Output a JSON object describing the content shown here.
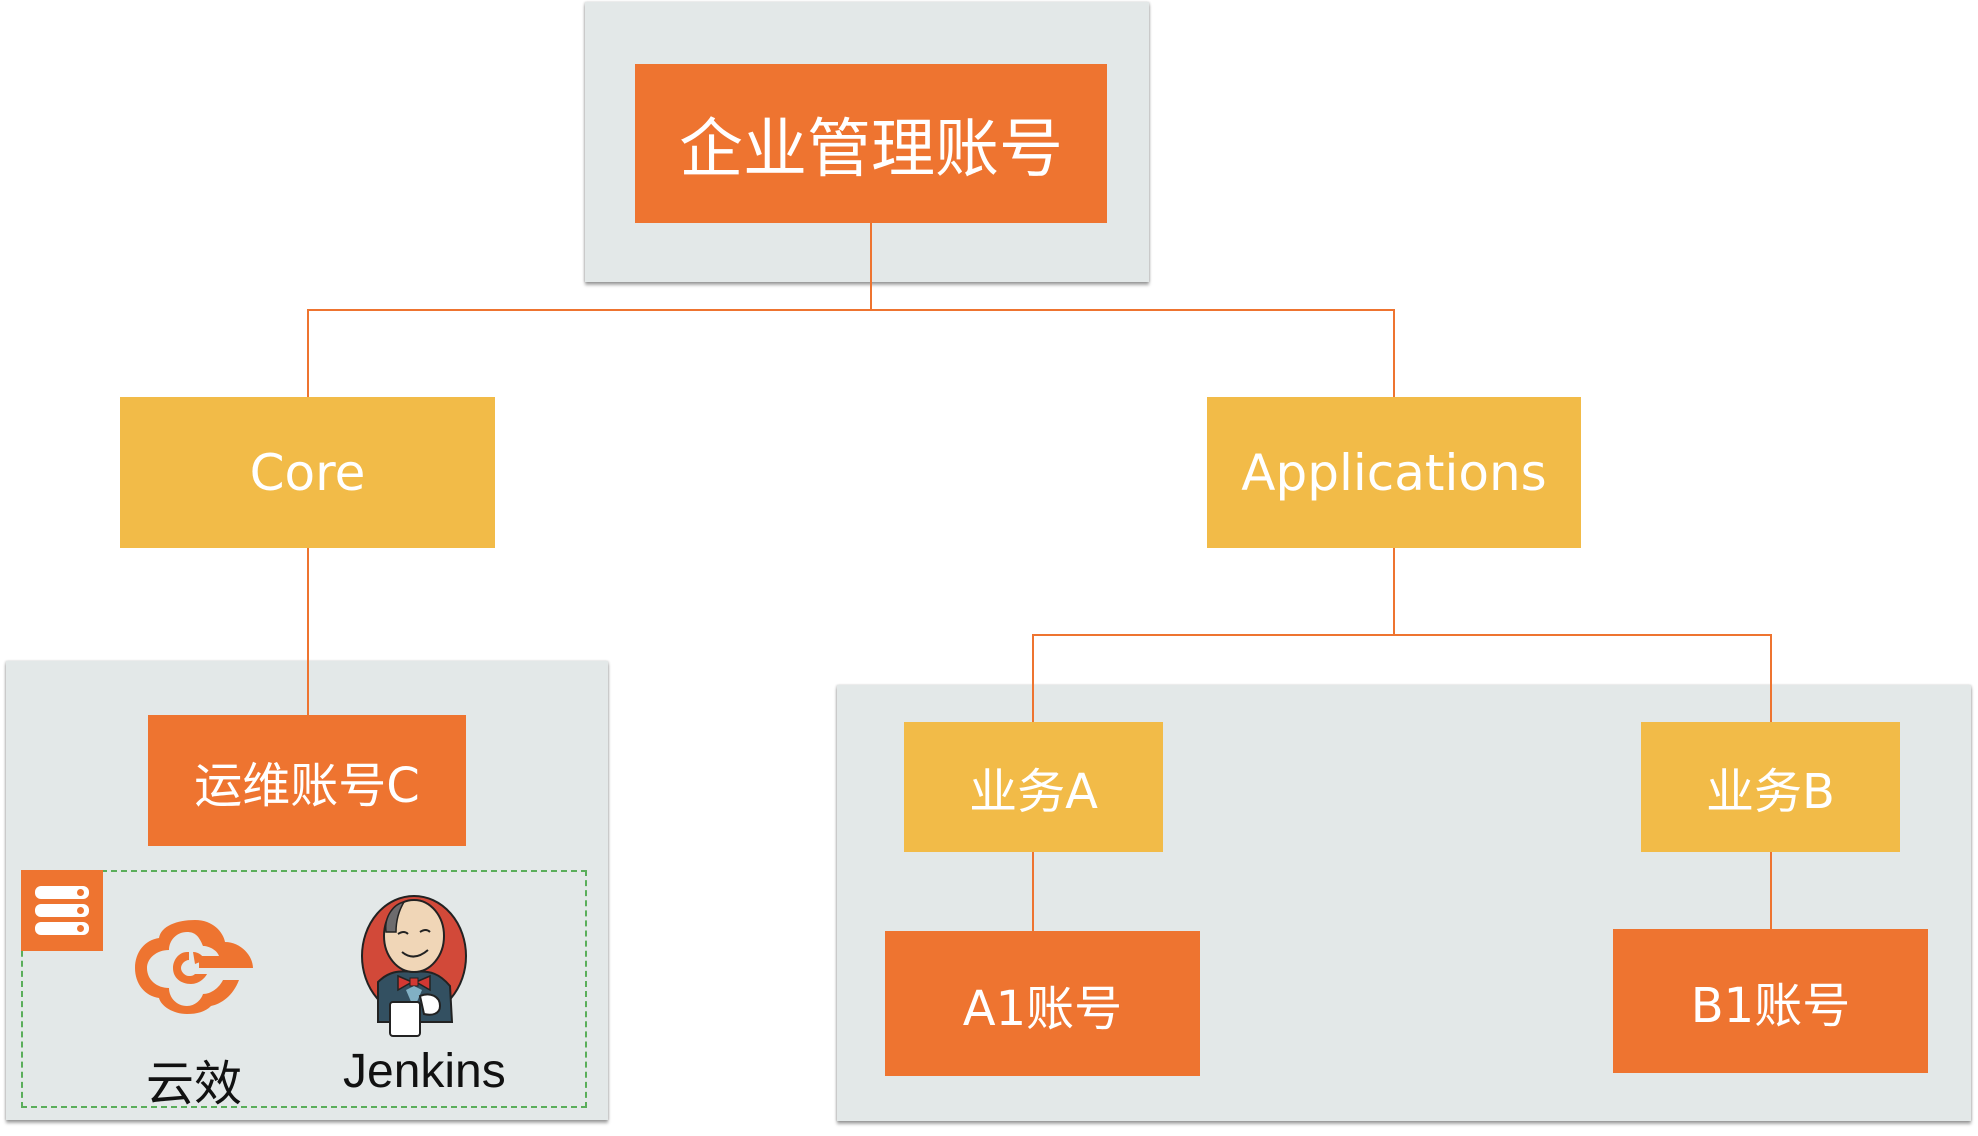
{
  "root": {
    "label": "企业管理账号"
  },
  "level1": [
    {
      "id": "core",
      "label": "Core"
    },
    {
      "id": "applications",
      "label": "Applications"
    }
  ],
  "core_children": [
    {
      "id": "ops",
      "label": "运维账号C"
    }
  ],
  "tools": {
    "group_icon": "server-icon",
    "items": [
      {
        "name": "云效",
        "icon": "yunxiao-cloud-icon"
      },
      {
        "name": "Jenkins",
        "icon": "jenkins-logo-icon"
      }
    ]
  },
  "applications_children": [
    {
      "id": "bizA",
      "label": "业务A",
      "account": "A1账号"
    },
    {
      "id": "bizB",
      "label": "业务B",
      "account": "B1账号"
    }
  ],
  "colors": {
    "account_node": "#ee7430",
    "group_node": "#f2bb48",
    "connector": "#ee7430",
    "panel": "#e3e8e8",
    "dashed_border": "#5aae5a"
  }
}
